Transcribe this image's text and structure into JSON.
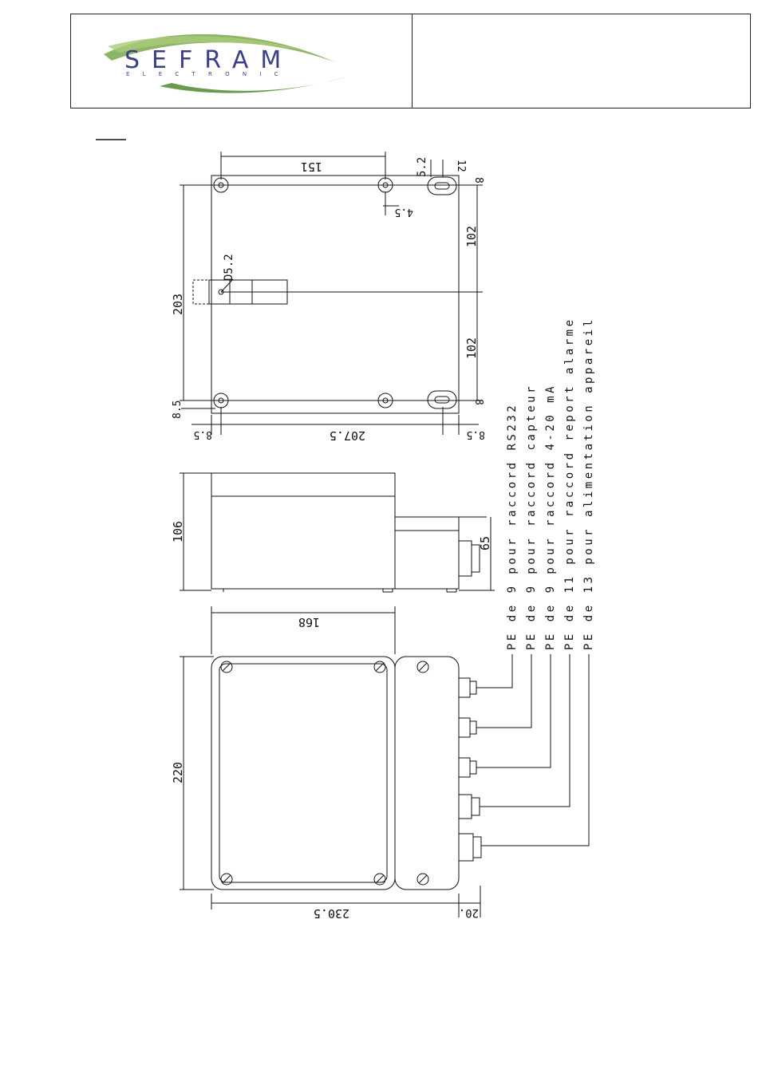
{
  "logo": {
    "brand": "SEFRAM",
    "tagline": "E L E C T R O N I C",
    "swoosh_colors": [
      "#7aa84a",
      "#4d8a2c",
      "#a9cc7a"
    ],
    "text_color": "#3a3f86"
  },
  "drawing": {
    "top_view": {
      "dim_width_holes": "151",
      "dim_slot_width": "5.2",
      "dim_slot_len": "12",
      "dim_top_edge": "8",
      "dim_hole_offset": "4.5",
      "dim_upper_half": "102",
      "dim_lower_half": "102",
      "dim_total_height": "203",
      "dim_hole_diameter": "D5.2",
      "dim_bottom_edge_left": "8.5",
      "dim_bottom_edge_right": "8",
      "dim_left_margin": "8.5",
      "dim_total_length": "207.5",
      "dim_right_margin": "8.5"
    },
    "side_view": {
      "dim_height": "106",
      "dim_step_height": "65"
    },
    "front_view": {
      "dim_lid_width": "168",
      "dim_height": "220",
      "dim_length": "230.5",
      "dim_gland_projection": "20."
    },
    "gland_legend": [
      "PE de 9 pour raccord RS232",
      "PE de 9 pour raccord capteur",
      "PE de 9 pour raccord 4-20 mA",
      "PE de 11 pour raccord report alarme",
      "PE de 13 pour alimentation appareil"
    ]
  }
}
